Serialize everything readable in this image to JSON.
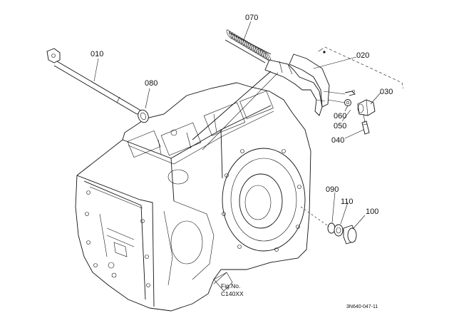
{
  "parts": [
    {
      "key": "p010",
      "number": "010"
    },
    {
      "key": "p020",
      "number": "020"
    },
    {
      "key": "p030",
      "number": "030"
    },
    {
      "key": "p040",
      "number": "040"
    },
    {
      "key": "p050",
      "number": "050"
    },
    {
      "key": "p060",
      "number": "060"
    },
    {
      "key": "p070",
      "number": "070"
    },
    {
      "key": "p080",
      "number": "080"
    },
    {
      "key": "p090",
      "number": "090"
    },
    {
      "key": "p100",
      "number": "100"
    },
    {
      "key": "p110",
      "number": "110"
    }
  ],
  "labels": {
    "p010": "010",
    "p020": "020",
    "p030": "030",
    "p040": "040",
    "p050": "050",
    "p060": "060",
    "p070": "070",
    "p080": "080",
    "p090": "090",
    "p100": "100",
    "p110": "110"
  },
  "figure": {
    "line1": "Fig.No.",
    "line2": "C140XX"
  },
  "drawing_code": "3N640-047-11"
}
